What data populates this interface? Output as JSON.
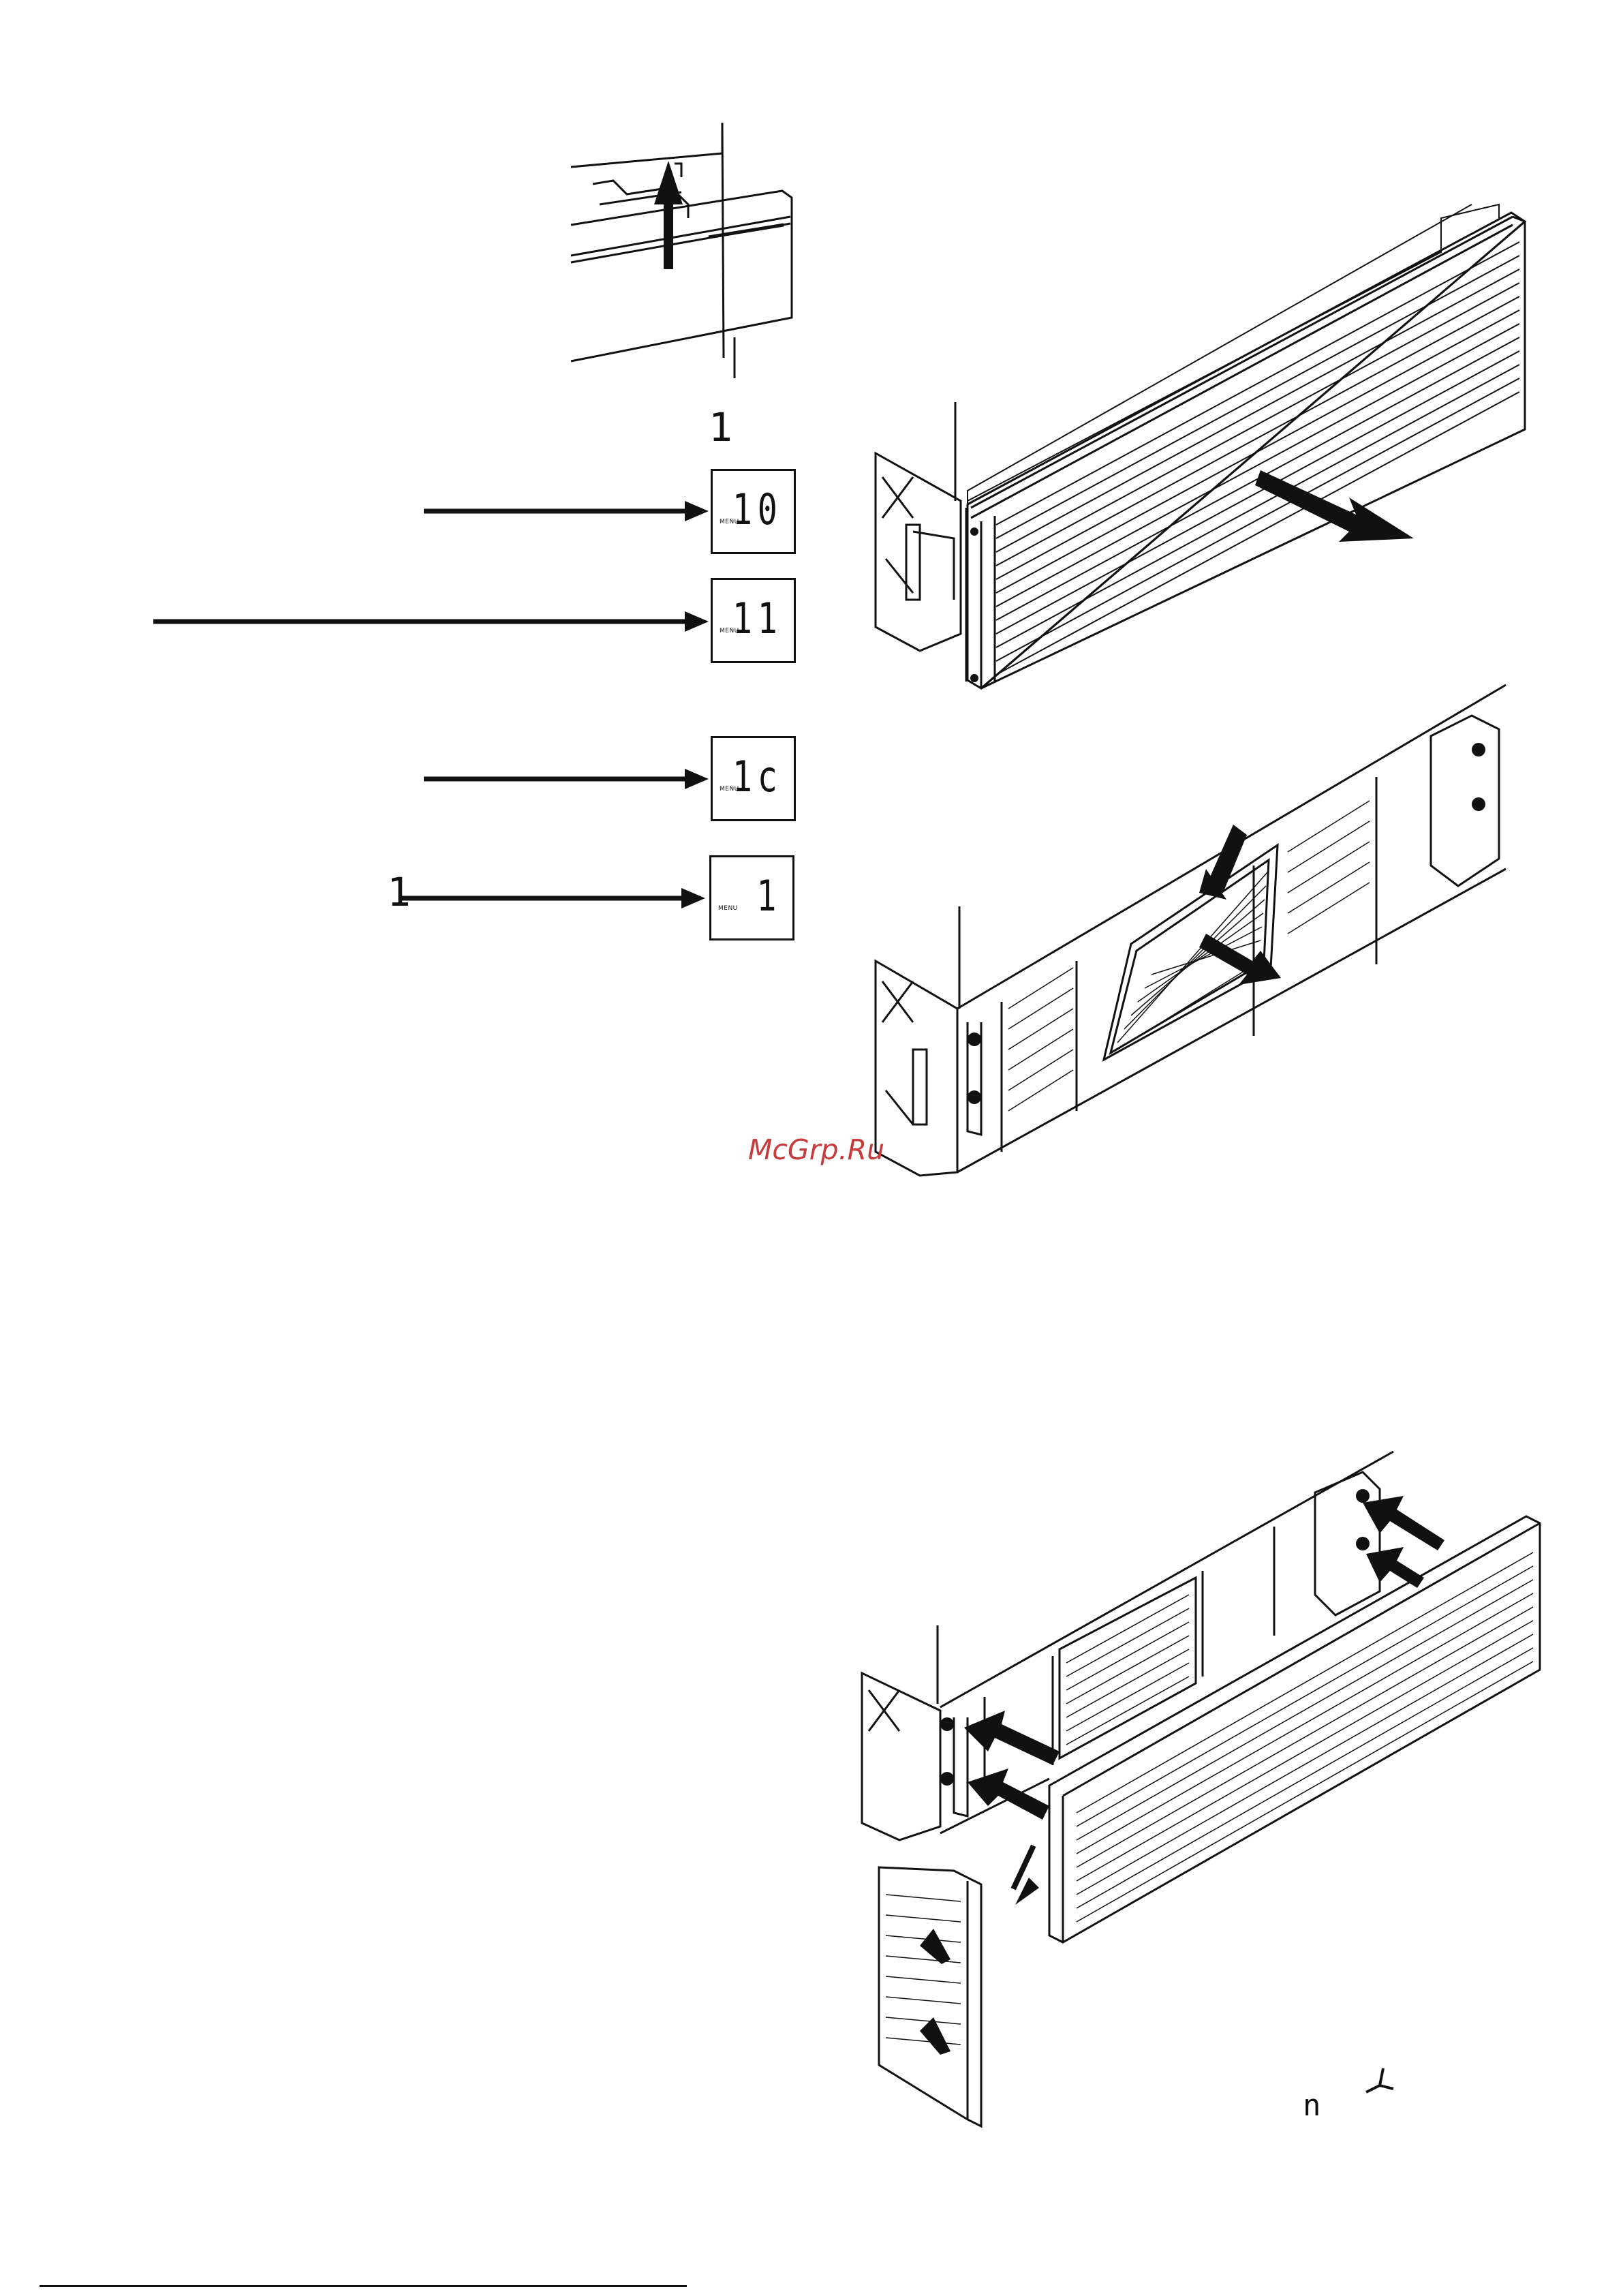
{
  "displays": [
    {
      "menu": "MENU",
      "value": "10"
    },
    {
      "menu": "MENU",
      "value": "11"
    },
    {
      "menu": "MENU",
      "value": "1c"
    },
    {
      "menu": "MENU",
      "value": "1"
    }
  ],
  "glyphs": {
    "top_digit": "1",
    "left_digit": "1",
    "bottom_n": "n"
  },
  "watermark": "McGrp.Ru"
}
